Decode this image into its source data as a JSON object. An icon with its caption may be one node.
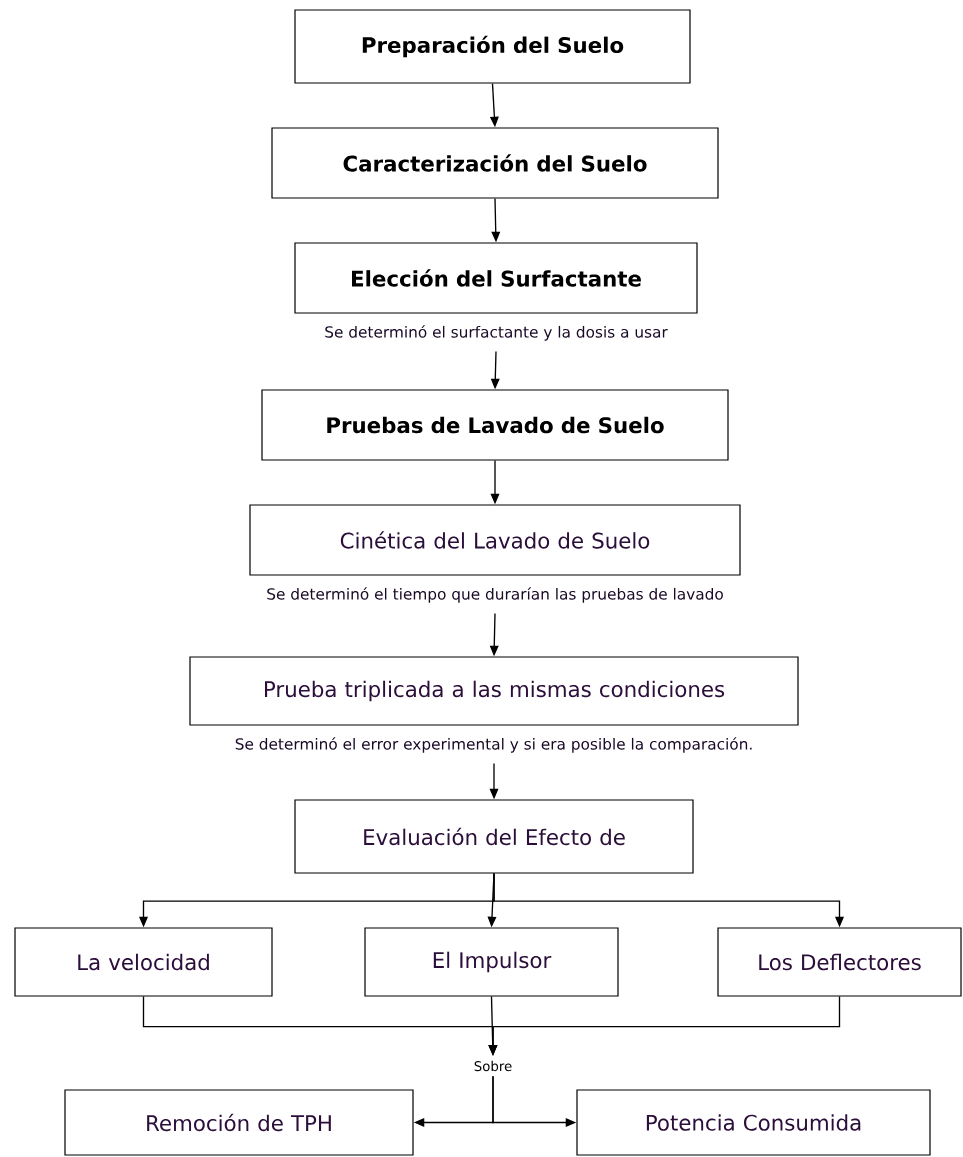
{
  "diagram": {
    "nodes": [
      {
        "text": [
          "Preparación del Suelo"
        ]
      },
      {
        "text": [
          "Caracterización del Suelo"
        ]
      },
      {
        "text": [
          "Elección del Surfactante"
        ],
        "beside": [
          "Se determinó el surfactante y la dosis a usar"
        ]
      },
      {
        "text": [
          "Pruebas de Lavado de Suelo"
        ]
      },
      {
        "text": [
          "Cinética del Lavado de Suelo"
        ],
        "beside": [
          "Se determinó el tiempo que durarían las pruebas de lavado"
        ]
      },
      {
        "text": [
          "Prueba triplicada a las mismas condiciones"
        ],
        "beside": [
          "Se determinó el error experimental y si era posible la comparación."
        ]
      },
      {
        "text": [
          "Evaluación del Efecto de"
        ]
      },
      {
        "text": [
          "La velocidad"
        ]
      },
      {
        "text": [
          "El Impulsor"
        ]
      },
      {
        "text": [
          "Los Deflectores"
        ]
      },
      {
        "text": [
          "Sobre"
        ]
      },
      {
        "text": [
          "Remoción de TPH"
        ]
      },
      {
        "text": [
          "Potencia Consumida"
        ]
      }
    ],
    "edges": [
      {
        "from": 0,
        "to": 1,
        "arrow": "to"
      },
      {
        "from": 1,
        "to": 2,
        "arrow": "to"
      },
      {
        "from": 2,
        "to": 3,
        "arrow": "to"
      },
      {
        "from": 3,
        "to": 4,
        "arrow": "to"
      },
      {
        "from": 4,
        "to": 5,
        "arrow": "to"
      },
      {
        "from": 5,
        "to": 6,
        "arrow": "to"
      },
      {
        "from": 6,
        "to": 7,
        "arrow": "to"
      },
      {
        "from": 6,
        "to": 8,
        "arrow": "to"
      },
      {
        "from": 6,
        "to": 9,
        "arrow": "to"
      },
      {
        "from": 7,
        "to": 10,
        "arrow": "to"
      },
      {
        "from": 8,
        "to": 10,
        "arrow": "to"
      },
      {
        "from": 9,
        "to": 10,
        "arrow": "to"
      },
      {
        "from": 10,
        "to": 11,
        "arrow": "to"
      },
      {
        "from": 10,
        "to": 12,
        "arrow": "to"
      }
    ]
  }
}
